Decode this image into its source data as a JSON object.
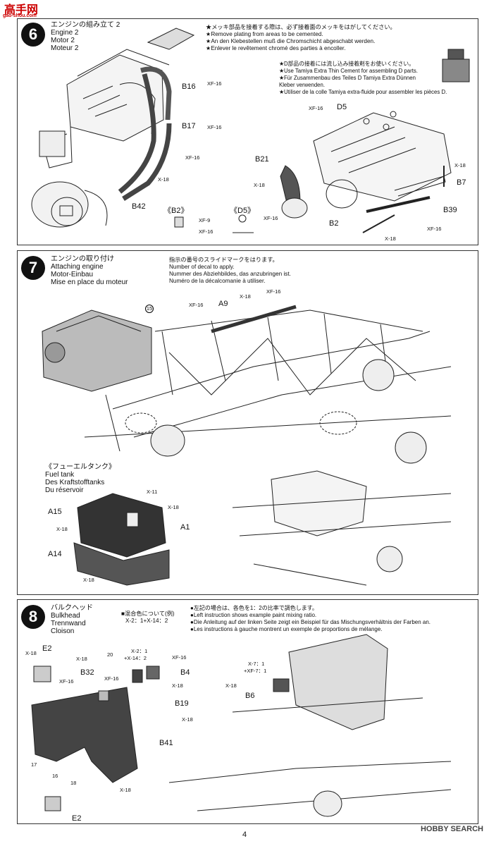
{
  "header": {
    "site": "gao-shou.com",
    "logo_text": "高手网"
  },
  "step6": {
    "number": "6",
    "title_ja": "エンジンの組み立て 2",
    "title_en": "Engine 2",
    "title_de": "Motor 2",
    "title_fr": "Moteur 2",
    "note1": [
      "★メッキ部品を接着する際は、必ず接着面のメッキをはがしてください。",
      "★Remove plating from areas to be cemented.",
      "★An den Klebestellen muß die Chromschicht abgeschabt werden.",
      "★Enlever le revêtement chromé des parties à encoller."
    ],
    "note2": [
      "★D部品の接着には流し込み接着剤をお使いください。",
      "★Use Tamiya Extra Thin Cement for assembling D parts.",
      "★Für Zusammenbau des Teiles D Tamiya Extra Dünnen",
      "Kleber verwenden.",
      "★Utiliser de la colle Tamiya extra-fluide pour assembler les pièces D."
    ],
    "labels": {
      "b16": "B16",
      "b17": "B17",
      "b42": "B42",
      "b21": "B21",
      "b2": "B2",
      "b7": "B7",
      "b39": "B39",
      "d5": "D5",
      "b2_part": "《B2》",
      "d5_part": "《D5》"
    },
    "colors": {
      "xf16a": "XF-16",
      "xf16b": "XF-16",
      "xf16c": "XF-16",
      "x18a": "X-18",
      "xf16d": "XF-16",
      "x18b": "X-18",
      "xf16e": "XF-16",
      "x18c": "X-18",
      "xf16f": "XF-16",
      "x18d": "X-18",
      "xf9": "XF-9",
      "xf16g": "XF-16"
    }
  },
  "step7": {
    "number": "7",
    "title_ja": "エンジンの取り付け",
    "title_en": "Attaching engine",
    "title_de": "Motor-Einbau",
    "title_fr": "Mise en place du moteur",
    "decal_note": [
      "指示の番号のスライドマークをはります。",
      "Number of decal to apply.",
      "Nummer des Abziehbildes, das anzubringen ist.",
      "Numéro de la décalcomanie à utiliser."
    ],
    "decal_num": "15",
    "labels": {
      "a9": "A9",
      "a15": "A15",
      "a1": "A1",
      "a14": "A14"
    },
    "colors": {
      "xf16a": "XF-16",
      "x18a": "X-18",
      "xf16b": "XF-16",
      "x11": "X-11",
      "x18b": "X-18",
      "x18c": "X-18",
      "x18d": "X-18"
    },
    "fuel_tank": {
      "ja": "《フューエルタンク》",
      "en": "Fuel tank",
      "de": "Des Kraftstofftanks",
      "fr": "Du réservoir"
    }
  },
  "step8": {
    "number": "8",
    "title_ja": "バルクヘッド",
    "title_en": "Bulkhead",
    "title_de": "Trennwand",
    "title_fr": "Cloison",
    "mix_title": "■混合色について(例)",
    "mix_example": "X-2：1+X-14：2",
    "note": [
      "●左記の場合は、各色を1：2の比率で調色します。",
      "●Left instruction shows example paint mixing ratio.",
      "●Die Anleitung auf der linken Seite zeigt ein Beispiel für das Mischungsverhältnis der Farben an.",
      "●Les instructions à gauche montrent un exemple de proportions de mélange."
    ],
    "labels": {
      "e2a": "E2",
      "b32": "B32",
      "b4": "B4",
      "b19": "B19",
      "b41": "B41",
      "b6": "B6",
      "e2b": "E2"
    },
    "colors": {
      "x18a": "X-18",
      "x18b": "X-18",
      "xf16a": "XF-16",
      "xf16b": "XF-16",
      "mix1a": "X-2：1",
      "mix1b": "+X-14：2",
      "xf16c": "XF-16",
      "x18c": "X-18",
      "x18d": "X-18",
      "x18e": "X-18",
      "mix2a": "X-7：1",
      "mix2b": "+XF-7：1",
      "x18f": "X-18"
    },
    "decals": {
      "d20": "20",
      "d17": "17",
      "d16": "16",
      "d18": "18"
    }
  },
  "footer": {
    "page": "4",
    "brand": "HOBBY SEARCH"
  }
}
